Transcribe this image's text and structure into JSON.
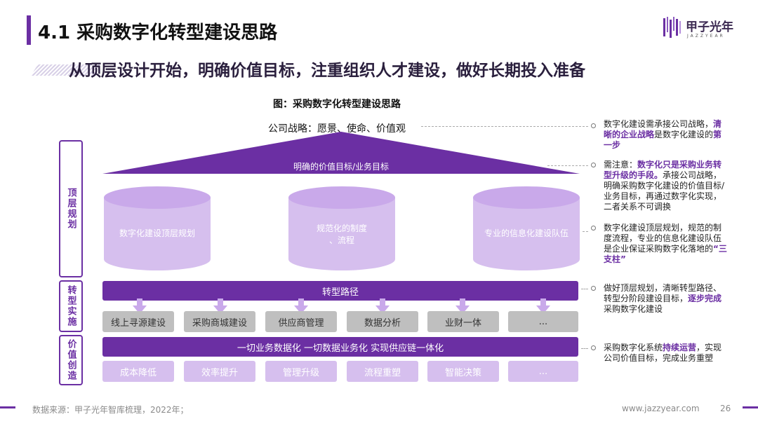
{
  "header": {
    "title": "4.1 采购数字化转型建设思路",
    "subtitle": "从顶层设计开始，明确价值目标，注重组织人才建设，做好长期投入准备",
    "logo_text": "甲子光年",
    "logo_sub": "JAZZYEAR"
  },
  "figure": {
    "title": "图：采购数字化转型建设思路",
    "strategy": "公司战略：愿景、使命、价值观",
    "roof_label": "明确的价值目标/业务目标",
    "pillars": [
      {
        "lines": [
          "数字化建设顶层规划"
        ]
      },
      {
        "lines": [
          "规范化的制度",
          "、流程"
        ]
      },
      {
        "lines": [
          "专业的信息化建设队伍"
        ]
      }
    ],
    "side_labels": [
      "顶层规划",
      "转型实施",
      "价值创造"
    ],
    "path_bar": "转型路径",
    "path_items": [
      "线上寻源建设",
      "采购商城建设",
      "供应商管理",
      "数据分析",
      "业财一体",
      "..."
    ],
    "value_bar": "一切业务数据化 一切数据业务化 实现供应链一体化",
    "value_items": [
      "成本降低",
      "效率提升",
      "管理升级",
      "流程重塑",
      "智能决策",
      "..."
    ]
  },
  "notes": [
    {
      "parts": [
        {
          "t": "数字化建设需承接公司战略，"
        },
        {
          "t": "清晰的企业战略",
          "hl": true
        },
        {
          "t": "是数字化建设的"
        },
        {
          "t": "第一步",
          "hl": true
        }
      ]
    },
    {
      "parts": [
        {
          "t": "需注意："
        },
        {
          "t": "数字化只是采购业务转型升级的手段。",
          "hl": true
        },
        {
          "t": "承接公司战略，明确采购数字化建设的价值目标/业务目标，再通过数字化实现，二者关系不可调换"
        }
      ]
    },
    {
      "parts": [
        {
          "t": "数字化建设顶层规划，规范的制度流程，专业的信息化建设队伍是企业保证采购数字化落地的"
        },
        {
          "t": "“三支柱”",
          "hl": true
        }
      ]
    },
    {
      "parts": [
        {
          "t": "做好顶层规划，清晰转型路径、转型分阶段建设目标，"
        },
        {
          "t": "逐步完成",
          "hl": true
        },
        {
          "t": "采购数字化建设"
        }
      ]
    },
    {
      "parts": [
        {
          "t": "采购数字化系统"
        },
        {
          "t": "持续运营",
          "hl": true
        },
        {
          "t": "，实现公司价值目标，完成业务重塑"
        }
      ]
    }
  ],
  "footer": {
    "source": "数据来源：甲子光年智库梳理，2022年；",
    "url": "www.jazzyear.com",
    "page": "26"
  },
  "colors": {
    "accent": "#6b2fa3",
    "pillar": "#d6bfee",
    "grey_chip": "#bfbfbf"
  }
}
